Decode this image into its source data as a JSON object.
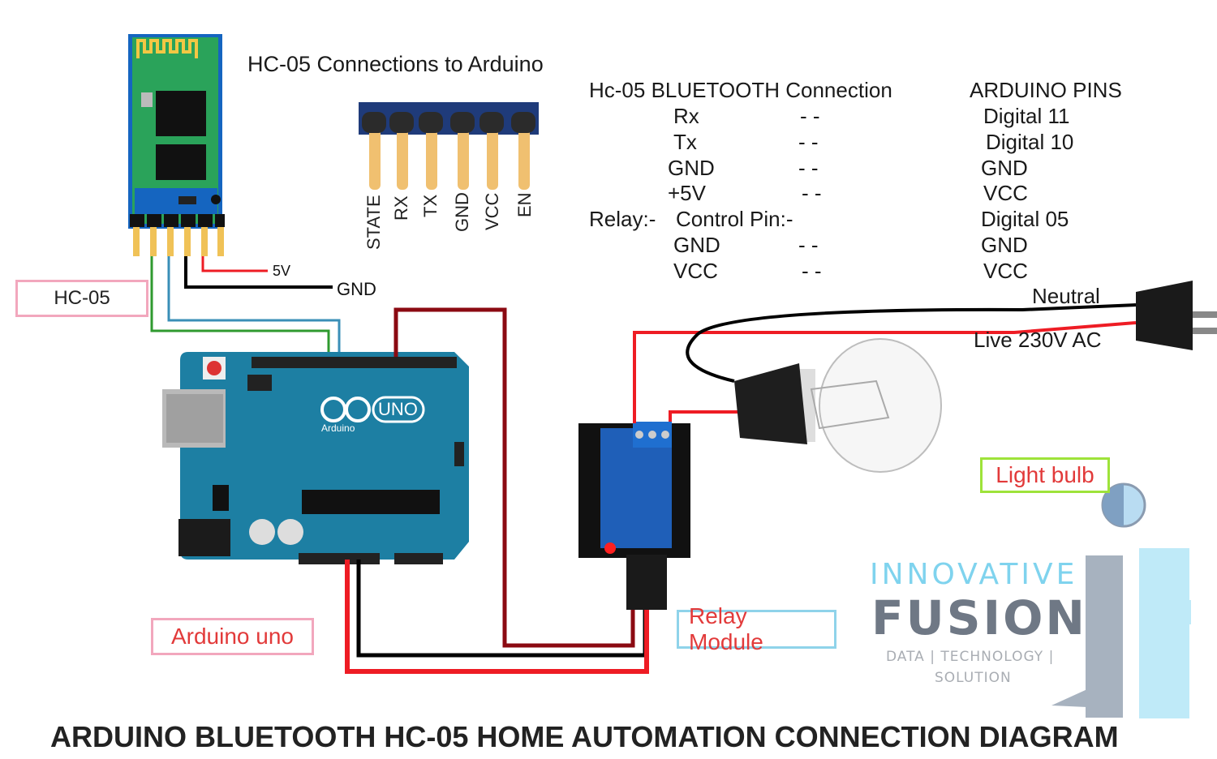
{
  "diagram": {
    "header_title": "HC-05 Connections to Arduino",
    "footer_title": "ARDUINO BLUETOOTH HC-05 HOME AUTOMATION CONNECTION DIAGRAM",
    "table": {
      "col1_header": "Hc-05 BLUETOOTH Connection",
      "col2_header": "ARDUINO PINS",
      "rows": [
        {
          "left": "Rx",
          "sep": "- -",
          "right": "Digital  11"
        },
        {
          "left": "Tx",
          "sep": "- -",
          "right": "Digital 10"
        },
        {
          "left": "GND",
          "sep": "- -",
          "right": "GND"
        },
        {
          "left": "+5V",
          "sep": "- -",
          "right": "VCC"
        },
        {
          "left": "Control Pin:-",
          "sep": "",
          "right": "Digital  05"
        },
        {
          "left": "GND",
          "sep": "- -",
          "right": "GND"
        },
        {
          "left": "VCC",
          "sep": "- -",
          "right": "VCC"
        }
      ],
      "relay_label": "Relay:-"
    },
    "header_pins": [
      "STATE",
      "RX",
      "TX",
      "GND",
      "VCC",
      "EN"
    ],
    "wire_labels": {
      "five_v": "5V",
      "gnd": "GND",
      "neutral": "Neutral",
      "live": "Live 230V AC"
    },
    "component_labels": {
      "hc05": "HC-05",
      "arduino": "Arduino uno",
      "relay": "Relay Module",
      "bulb": "Light bulb"
    },
    "board_text": {
      "uno": "UNO",
      "arduino": "Arduino"
    },
    "logo": {
      "line1": "INNOVATIVE",
      "line2": "FUSION",
      "line3": "DATA  |  TECHNOLOGY  |",
      "line4": "SOLUTION"
    },
    "colors": {
      "red_wire": "#ee1c24",
      "dark_red_wire": "#8b0a12",
      "black_wire": "#000000",
      "green_wire": "#2f9a2f",
      "blue_wire": "#3a8fb7",
      "board_blue": "#1d7fa3",
      "hc05_border": "#f2a7bd",
      "arduino_border": "#f2a7bd",
      "relay_border": "#8fd3ea",
      "bulb_border": "#9ee33a"
    }
  }
}
